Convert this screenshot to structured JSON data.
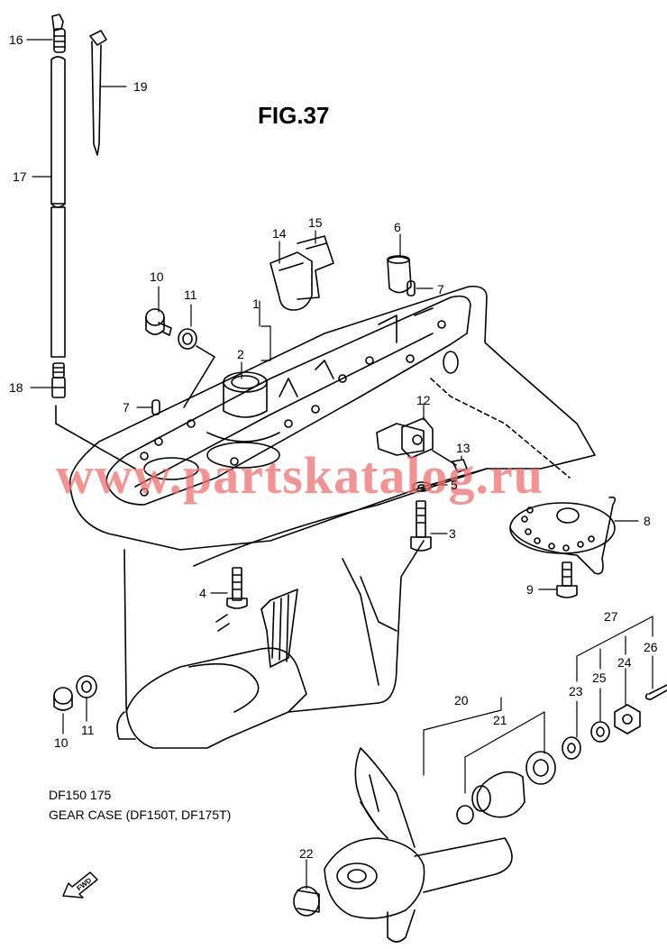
{
  "figure": {
    "title": "FIG.37"
  },
  "caption": {
    "model": "DF150 175",
    "name": "GEAR CASE (DF150T, DF175T)"
  },
  "watermark": "www.partskatalog.ru",
  "fwd_label": "FWD",
  "callouts": {
    "c1": "1",
    "c2": "2",
    "c3": "3",
    "c4": "4",
    "c5": "5",
    "c6": "6",
    "c7a": "7",
    "c7b": "7",
    "c8": "8",
    "c9": "9",
    "c10a": "10",
    "c10b": "10",
    "c11a": "11",
    "c11b": "11",
    "c12": "12",
    "c13": "13",
    "c14": "14",
    "c15": "15",
    "c16": "16",
    "c17": "17",
    "c18": "18",
    "c19": "19",
    "c20": "20",
    "c21": "21",
    "c22": "22",
    "c23": "23",
    "c24": "24",
    "c25": "25",
    "c26": "26",
    "c27": "27"
  }
}
